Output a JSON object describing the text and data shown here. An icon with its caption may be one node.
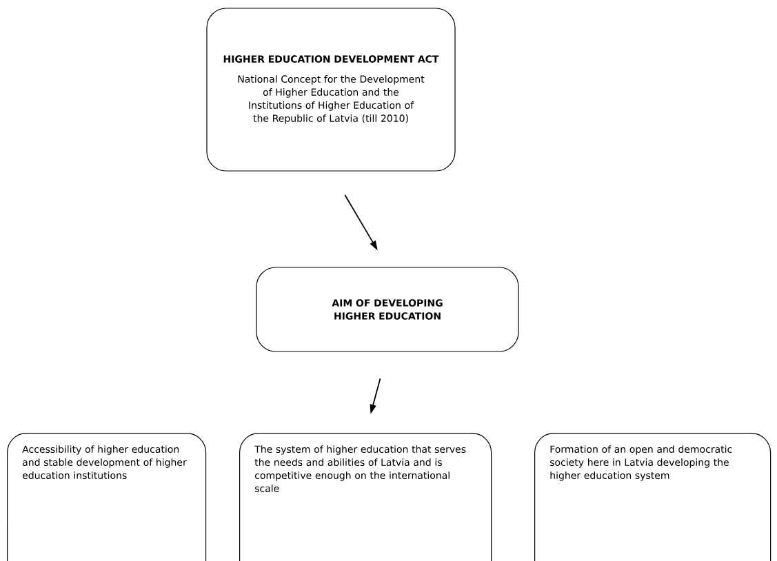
{
  "diagram": {
    "nodes": [
      {
        "text": [
          "HIGHER EDUCATION DEVELOPMENT ACT",
          "National Concept for the Development of Higher Education and the Institutions of Higher Education of the Republic of Latvia (till 2010)"
        ]
      },
      {
        "text": [
          "AIM OF DEVELOPING HIGHER EDUCATION"
        ]
      },
      {
        "text": [
          "Accessibility of higher education and stable development of higher education institutions"
        ]
      },
      {
        "text": [
          "The system of higher education that serves the needs and abilities of Latvia and is competitive enough on the international scale"
        ]
      },
      {
        "text": [
          "Formation of an open and democratic society here in Latvia developing the higher education system"
        ]
      }
    ],
    "edges": [
      {
        "from": 0,
        "to": 1,
        "arrow": "to"
      },
      {
        "from": 1,
        "to": 3,
        "arrow": "to"
      }
    ]
  }
}
